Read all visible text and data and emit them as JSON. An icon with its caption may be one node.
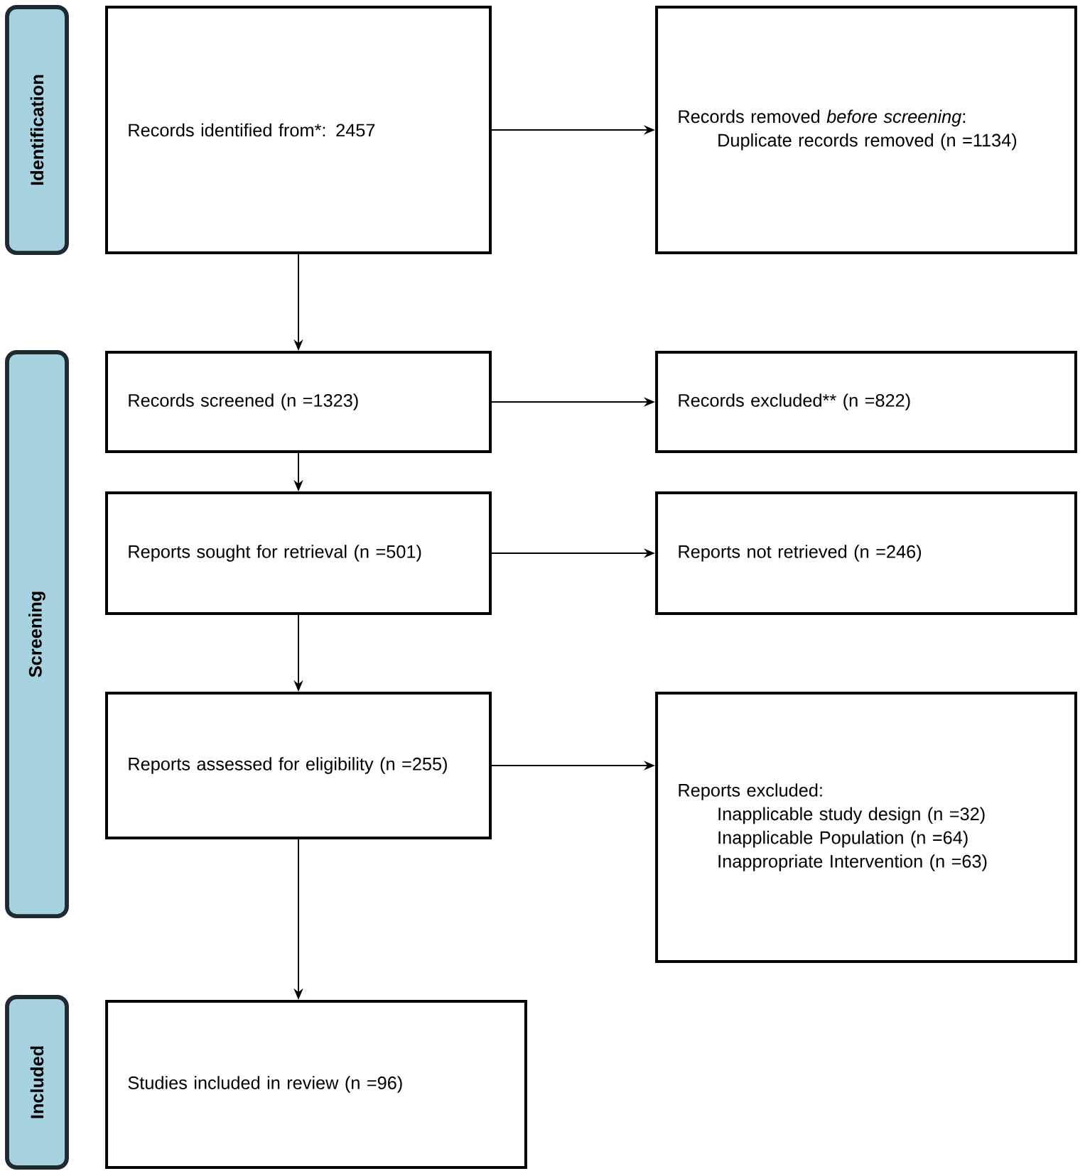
{
  "diagram": {
    "nodes": [
      {
        "text": [
          "Identification"
        ]
      },
      {
        "text": [
          "Screening"
        ]
      },
      {
        "text": [
          "Included"
        ]
      },
      {
        "text": [
          "Records identified from*: 2457"
        ]
      },
      {
        "text": [
          "Records removed *before screening*:",
          "Duplicate records removed (n =1134)"
        ]
      },
      {
        "text": [
          "Records screened (n =1323)"
        ]
      },
      {
        "text": [
          "Records excluded** (n =822)"
        ]
      },
      {
        "text": [
          "Reports sought for retrieval (n =501)"
        ]
      },
      {
        "text": [
          "Reports not retrieved (n =246)"
        ]
      },
      {
        "text": [
          "Reports assessed for eligibility (n =255)"
        ]
      },
      {
        "text": [
          "Reports excluded:",
          "Inapplicable study design (n =32)",
          "Inapplicable Population (n =64)",
          "Inappropriate Intervention (n =63)"
        ]
      },
      {
        "text": [
          "Studies included in review (n =96)"
        ]
      }
    ],
    "edges": [
      {
        "from": 3,
        "to": 4,
        "arrow": "to"
      },
      {
        "from": 3,
        "to": 5,
        "arrow": "to"
      },
      {
        "from": 5,
        "to": 6,
        "arrow": "to"
      },
      {
        "from": 5,
        "to": 7,
        "arrow": "to"
      },
      {
        "from": 7,
        "to": 8,
        "arrow": "to"
      },
      {
        "from": 7,
        "to": 9,
        "arrow": "to"
      },
      {
        "from": 9,
        "to": 10,
        "arrow": "to"
      },
      {
        "from": 9,
        "to": 11,
        "arrow": "to"
      }
    ]
  }
}
